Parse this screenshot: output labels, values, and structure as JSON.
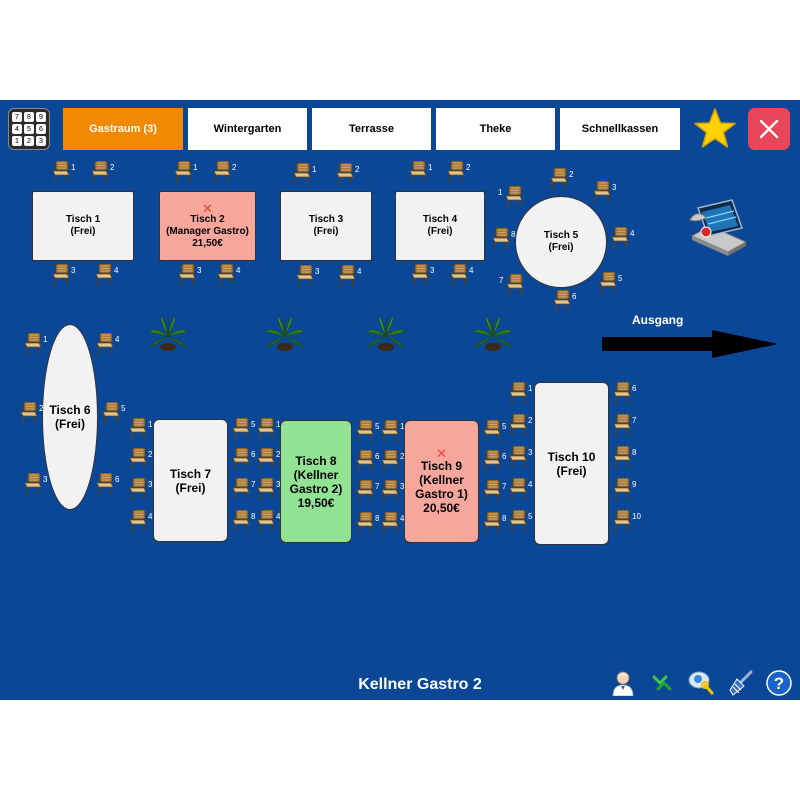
{
  "numpad": {
    "keys": [
      "7",
      "8",
      "9",
      "4",
      "5",
      "6",
      "1",
      "2",
      "3"
    ]
  },
  "tabs": [
    {
      "label": "Gastraum (3)",
      "active": true
    },
    {
      "label": "Wintergarten",
      "active": false
    },
    {
      "label": "Terrasse",
      "active": false
    },
    {
      "label": "Theke",
      "active": false
    },
    {
      "label": "Schnellkassen",
      "active": false
    }
  ],
  "top_icons": {
    "favorite": "star-icon",
    "close": "close-icon"
  },
  "tables": [
    {
      "id": "tisch-1",
      "lines": [
        "Tisch 1",
        "(Frei)"
      ],
      "status": "free"
    },
    {
      "id": "tisch-2",
      "lines": [
        "Tisch 2",
        "(Manager Gastro)",
        "21,50€"
      ],
      "status": "occupied-other",
      "marked": true
    },
    {
      "id": "tisch-3",
      "lines": [
        "Tisch 3",
        "(Frei)"
      ],
      "status": "free"
    },
    {
      "id": "tisch-4",
      "lines": [
        "Tisch 4",
        "(Frei)"
      ],
      "status": "free"
    },
    {
      "id": "tisch-5",
      "lines": [
        "Tisch 5",
        "(Frei)"
      ],
      "status": "free"
    },
    {
      "id": "tisch-6",
      "lines": [
        "Tisch 6",
        "(Frei)"
      ],
      "status": "free"
    },
    {
      "id": "tisch-7",
      "lines": [
        "Tisch 7",
        "(Frei)"
      ],
      "status": "free"
    },
    {
      "id": "tisch-8",
      "lines": [
        "Tisch 8",
        "(Kellner",
        "Gastro 2)",
        "19,50€"
      ],
      "status": "occupied-own"
    },
    {
      "id": "tisch-9",
      "lines": [
        "Tisch 9",
        "(Kellner",
        "Gastro 1)",
        "20,50€"
      ],
      "status": "occupied-other",
      "marked": true
    },
    {
      "id": "tisch-10",
      "lines": [
        "Tisch 10",
        "(Frei)"
      ],
      "status": "free"
    }
  ],
  "status_colors": {
    "free": "#f2f2f2",
    "occupied-own": "#92e293",
    "occupied-other": "#f6a69b",
    "mark": "#e0473a"
  },
  "exit": {
    "label": "Ausgang"
  },
  "room_icon": "room-overview-icon",
  "decor": {
    "plant_count": 4
  },
  "footer": {
    "waiter_name": "Kellner Gastro 2",
    "icons": [
      "user-icon",
      "swap-arrows-icon",
      "chat-search-icon",
      "clean-brush-icon",
      "help-icon"
    ]
  },
  "colors": {
    "background": "#0b4797",
    "tab_active": "#f18a00",
    "close_button": "#e8475a",
    "star": "#ffd100"
  }
}
